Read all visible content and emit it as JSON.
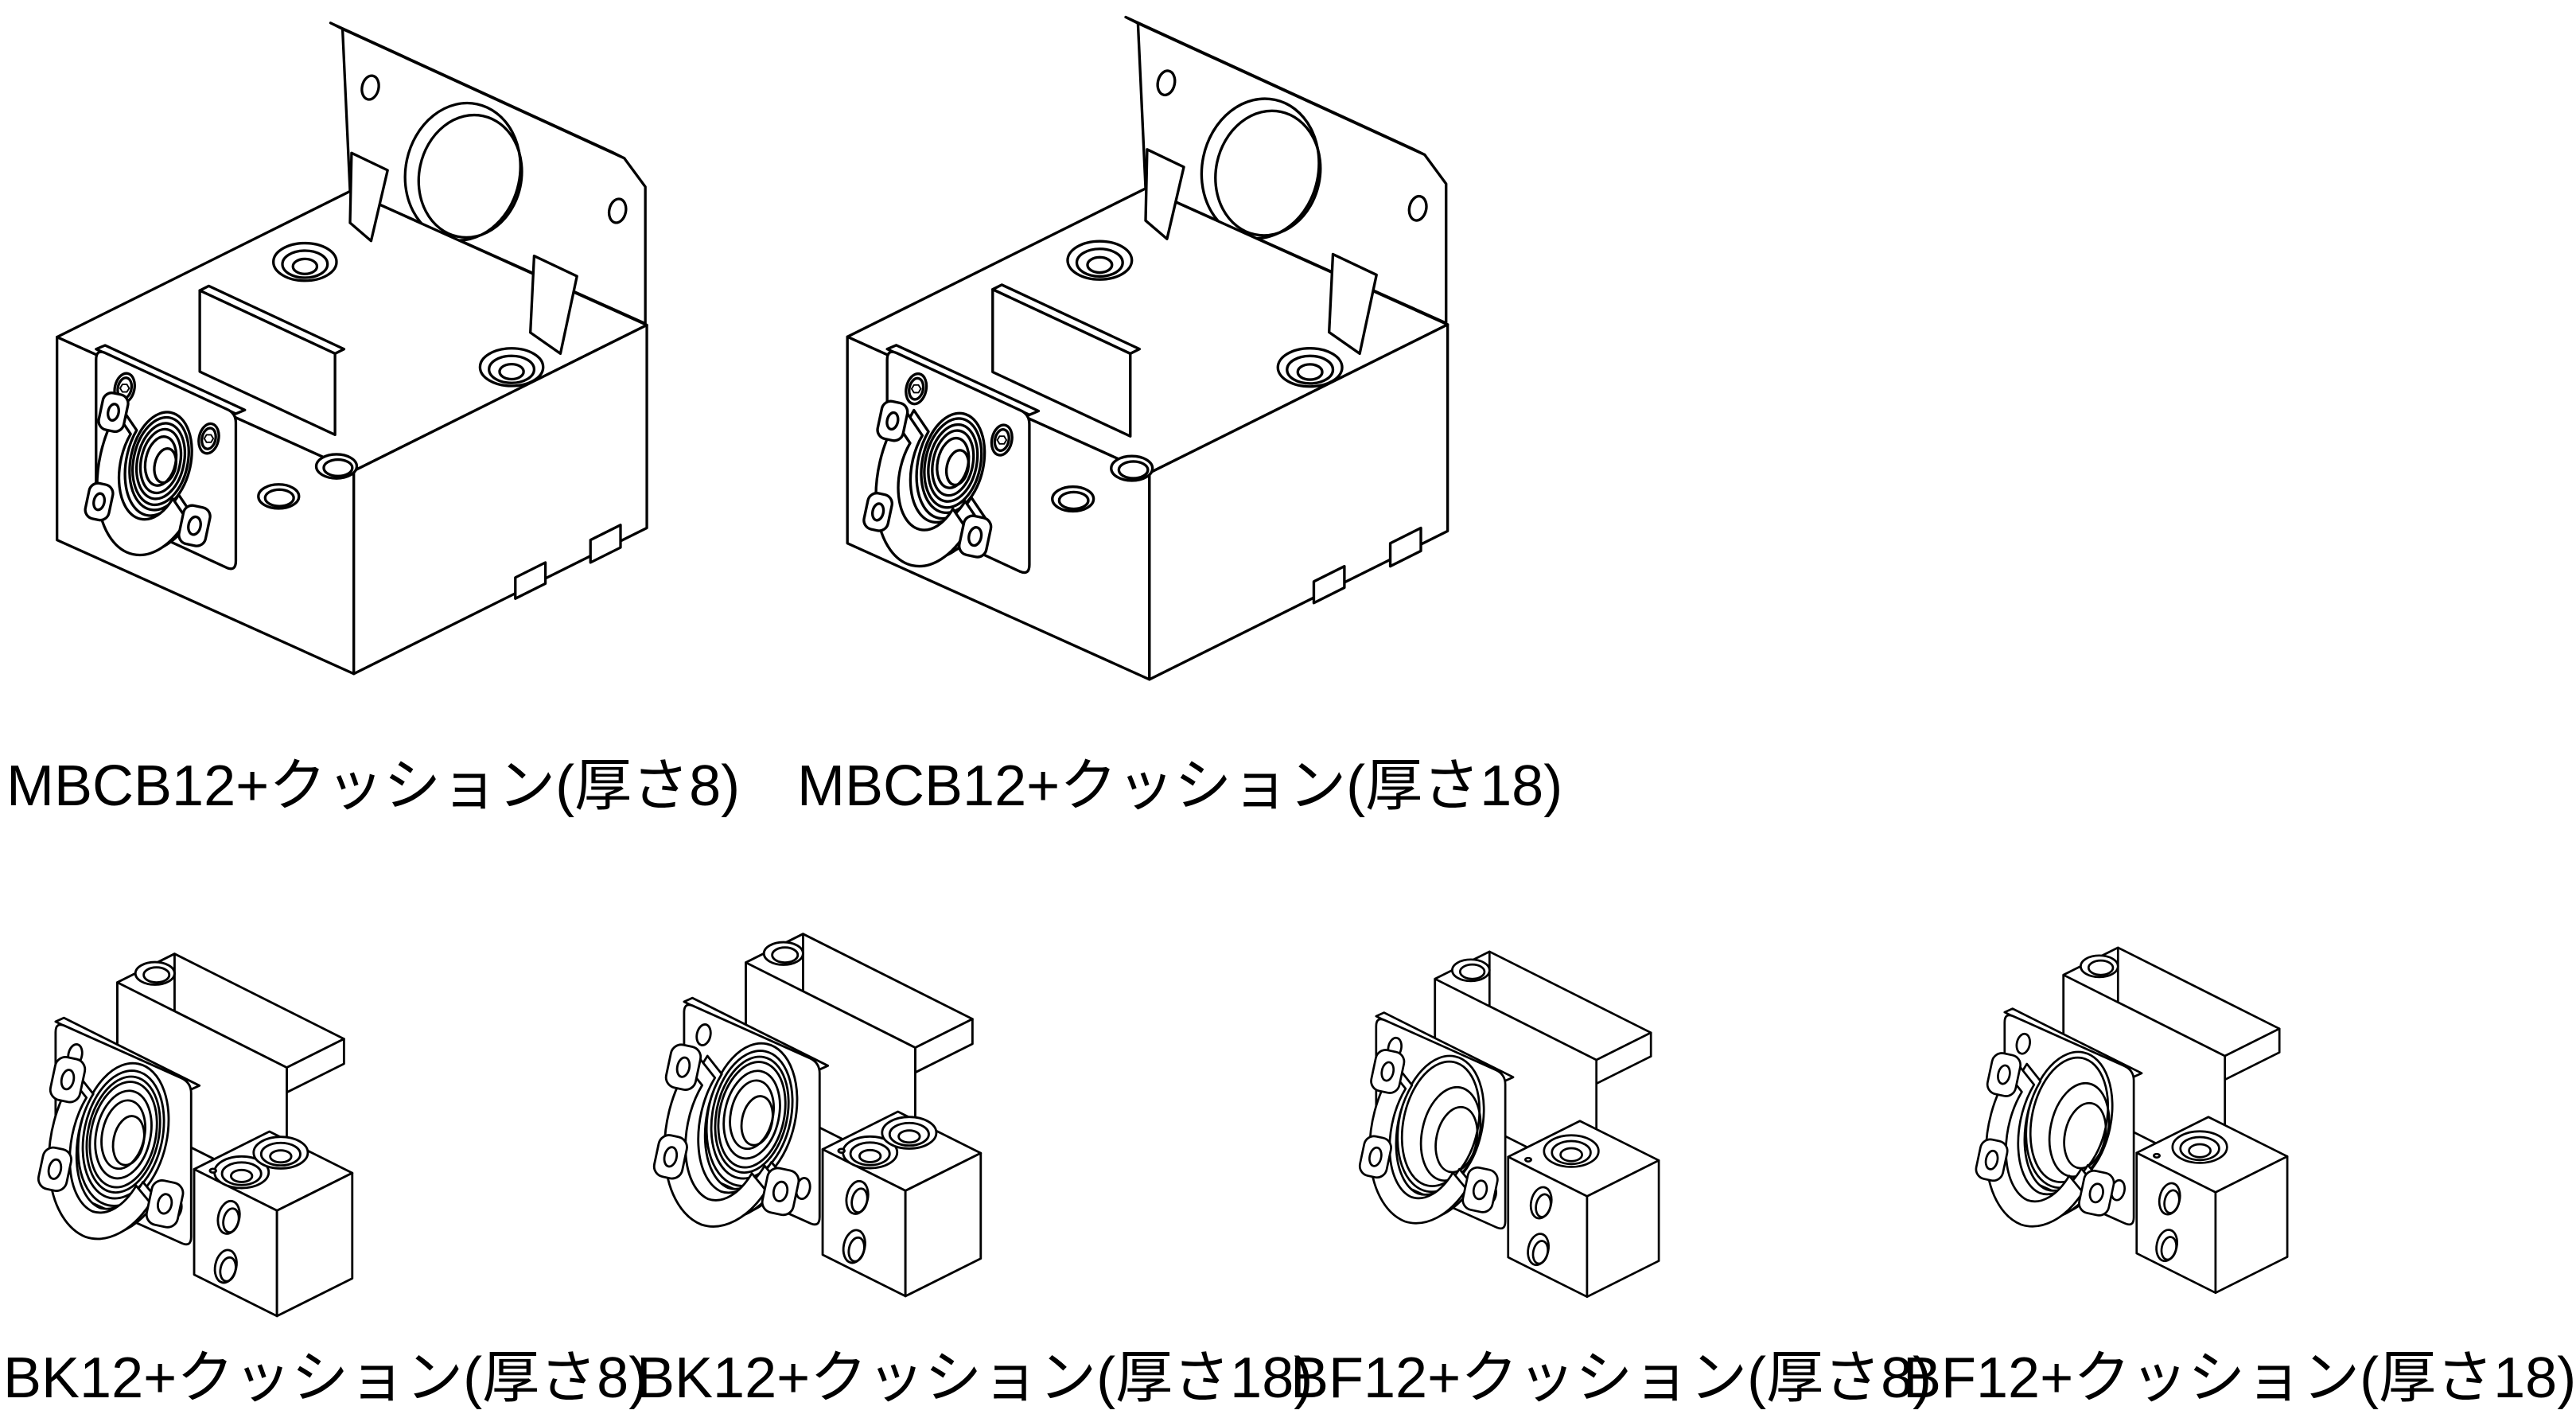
{
  "page": {
    "background": "#ffffff",
    "line_color": "#000000"
  },
  "figures": [
    {
      "id": "mbcb12-cushion-8",
      "label": "MBCB12+クッション(厚さ8)"
    },
    {
      "id": "mbcb12-cushion-18",
      "label": "MBCB12+クッション(厚さ18)"
    },
    {
      "id": "bk12-cushion-8",
      "label": "BK12+クッション(厚さ8)"
    },
    {
      "id": "bk12-cushion-18",
      "label": "BK12+クッション(厚さ18)"
    },
    {
      "id": "bf12-cushion-8",
      "label": "BF12+クッション(厚さ8)"
    },
    {
      "id": "bf12-cushion-18",
      "label": "BF12+クッション(厚さ18)"
    }
  ]
}
